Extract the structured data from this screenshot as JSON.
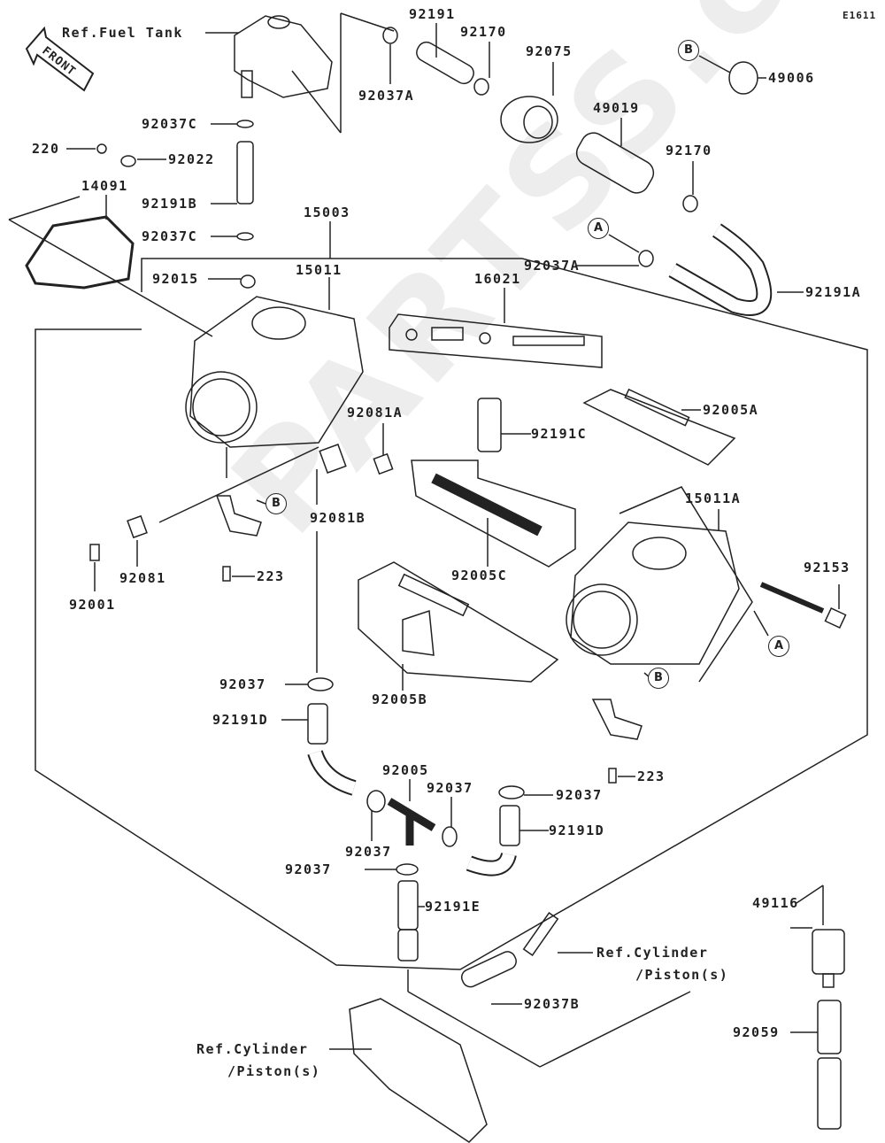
{
  "diagram_code": "E1611",
  "front_arrow": "FRONT",
  "watermark": "PARTSS.com",
  "labels": {
    "ref_fuel_tank": "Ref.Fuel Tank",
    "p92191": "92191",
    "p92170_a": "92170",
    "p92075": "92075",
    "p49019": "49019",
    "p92170_b": "92170",
    "p49006": "49006",
    "p92037A_top": "92037A",
    "p92037C_a": "92037C",
    "p220": "220",
    "p92022": "92022",
    "p14091": "14091",
    "p92191B": "92191B",
    "p92037C_b": "92037C",
    "p15003": "15003",
    "p15011": "15011",
    "p92015": "92015",
    "p16021": "16021",
    "p92037A_mid": "92037A",
    "p92191A": "92191A",
    "p92005A": "92005A",
    "p92081A": "92081A",
    "p92191C": "92191C",
    "p15011A": "15011A",
    "p92081B": "92081B",
    "p92005C": "92005C",
    "p92153": "92153",
    "p92081": "92081",
    "p223_a": "223",
    "p92001": "92001",
    "p92005B": "92005B",
    "p92037_a": "92037",
    "p92191D_a": "92191D",
    "p223_b": "223",
    "p92005": "92005",
    "p92037_b": "92037",
    "p92037_c": "92037",
    "p92191D_b": "92191D",
    "p92037_d": "92037",
    "p92037_e": "92037",
    "p92191E": "92191E",
    "p49116": "49116",
    "ref_cyl_right_1": "Ref.Cylinder",
    "ref_cyl_right_2": "/Piston(s)",
    "p92037B": "92037B",
    "p92059": "92059",
    "ref_cyl_left_1": "Ref.Cylinder",
    "ref_cyl_left_2": "/Piston(s)"
  },
  "markers": {
    "A": "A",
    "B": "B"
  }
}
